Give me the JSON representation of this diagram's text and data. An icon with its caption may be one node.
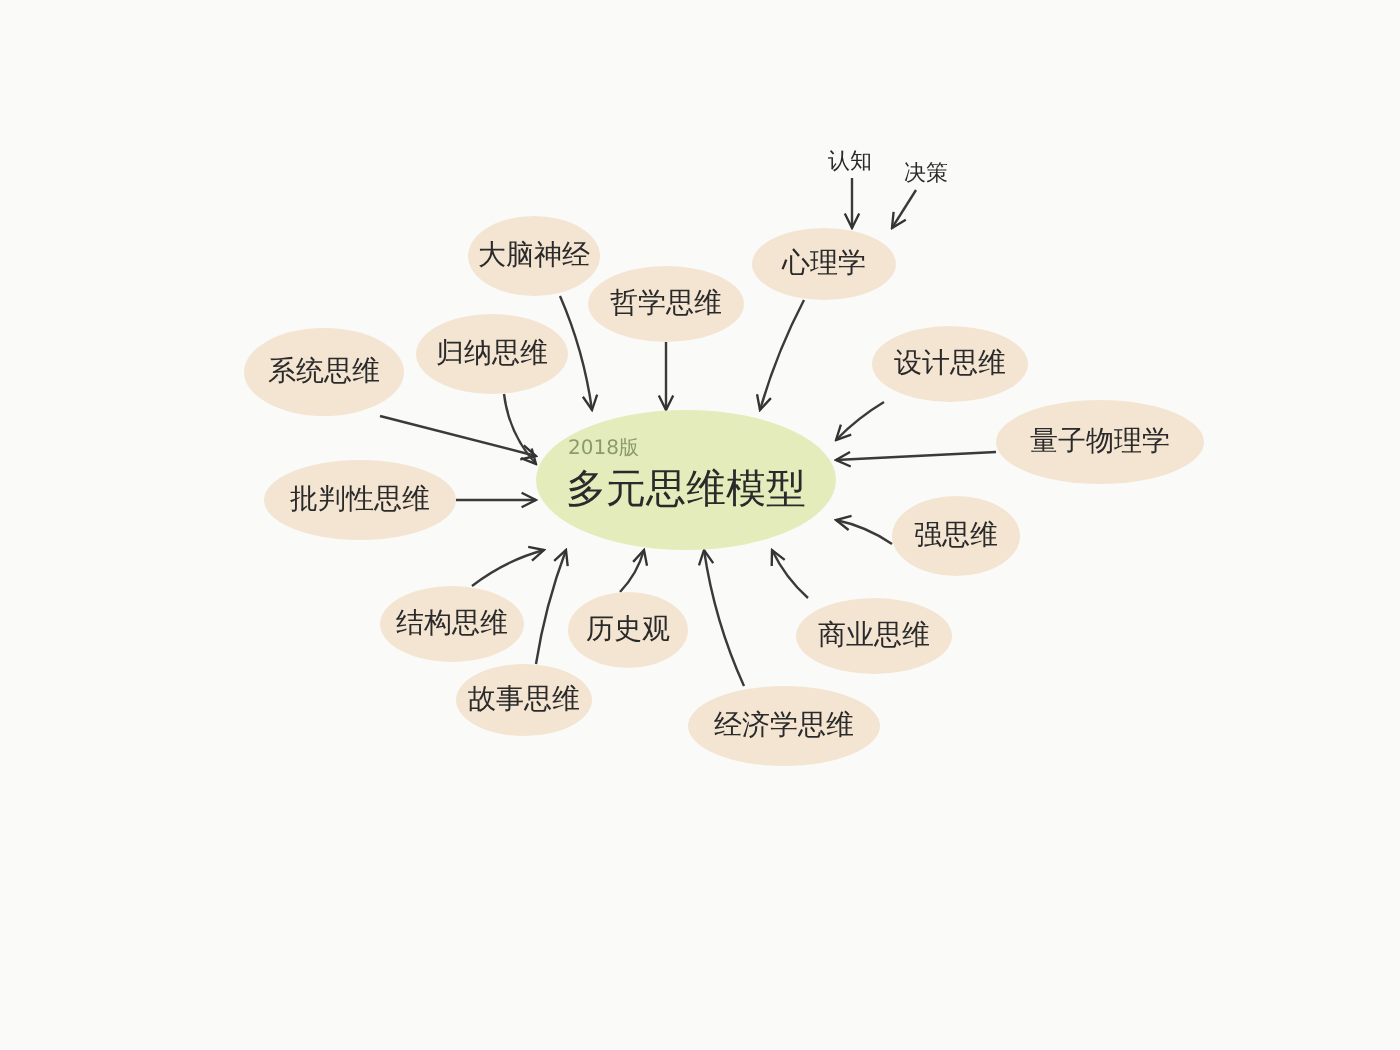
{
  "diagram": {
    "nodes": [
      {
        "text": [
          "认知"
        ]
      },
      {
        "text": [
          "决策"
        ]
      },
      {
        "text": [
          "大脑神经"
        ]
      },
      {
        "text": [
          "心理学"
        ]
      },
      {
        "text": [
          "哲学思维"
        ]
      },
      {
        "text": [
          "系统思维"
        ]
      },
      {
        "text": [
          "归纳思维"
        ]
      },
      {
        "text": [
          "设计思维"
        ]
      },
      {
        "text": [
          "量子物理学"
        ]
      },
      {
        "text": [
          "2018版",
          "多元思维模型"
        ]
      },
      {
        "text": [
          "批判性思维"
        ]
      },
      {
        "text": [
          "强思维"
        ]
      },
      {
        "text": [
          "结构思维"
        ]
      },
      {
        "text": [
          "历史观"
        ]
      },
      {
        "text": [
          "商业思维"
        ]
      },
      {
        "text": [
          "故事思维"
        ]
      },
      {
        "text": [
          "经济学思维"
        ]
      }
    ],
    "edges": [
      {
        "from": 0,
        "to": 3,
        "arrow": "to"
      },
      {
        "from": 1,
        "to": 3,
        "arrow": "to"
      },
      {
        "from": 2,
        "to": 9,
        "arrow": "to"
      },
      {
        "from": 3,
        "to": 9,
        "arrow": "to"
      },
      {
        "from": 4,
        "to": 9,
        "arrow": "to"
      },
      {
        "from": 5,
        "to": 9,
        "arrow": "to"
      },
      {
        "from": 6,
        "to": 9,
        "arrow": "to"
      },
      {
        "from": 7,
        "to": 9,
        "arrow": "to"
      },
      {
        "from": 8,
        "to": 9,
        "arrow": "to"
      },
      {
        "from": 10,
        "to": 9,
        "arrow": "to"
      },
      {
        "from": 11,
        "to": 9,
        "arrow": "to"
      },
      {
        "from": 12,
        "to": 9,
        "arrow": "to"
      },
      {
        "from": 13,
        "to": 9,
        "arrow": "to"
      },
      {
        "from": 14,
        "to": 9,
        "arrow": "to"
      },
      {
        "from": 15,
        "to": 9,
        "arrow": "to"
      },
      {
        "from": 16,
        "to": 9,
        "arrow": "to"
      }
    ]
  }
}
